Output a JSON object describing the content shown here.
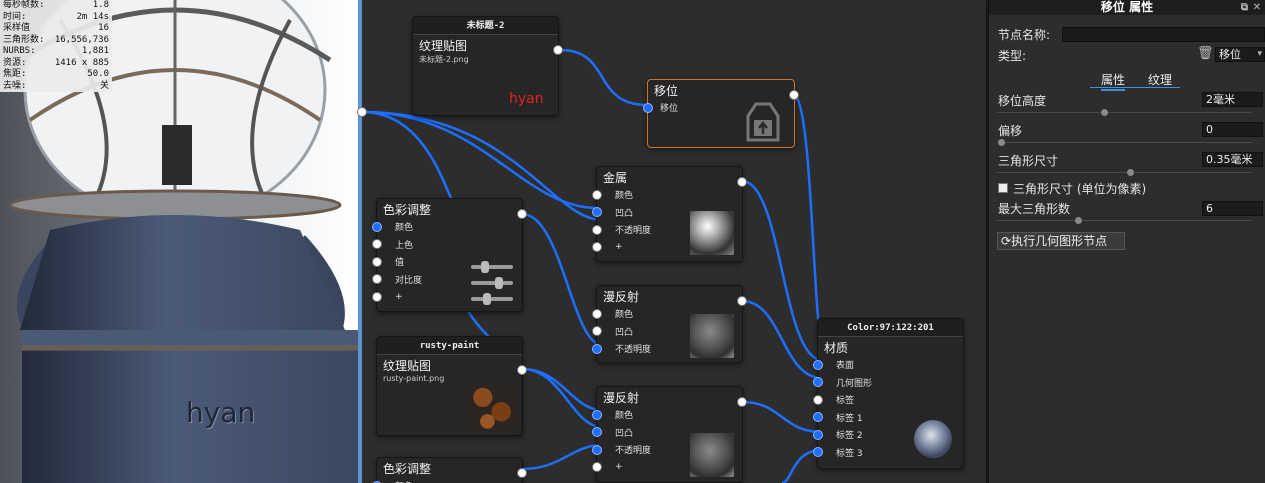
{
  "stats": [
    {
      "label": "每秒帧数:",
      "value": "1.8"
    },
    {
      "label": "时间:",
      "value": "2m 14s"
    },
    {
      "label": "采样值",
      "value": "16"
    },
    {
      "label": "三角形数:",
      "value": "16,556,736"
    },
    {
      "label": "NURBS:",
      "value": "1,881"
    },
    {
      "label": "资源:",
      "value": "1416 x 885"
    },
    {
      "label": "焦距:",
      "value": "50.0"
    },
    {
      "label": "去噪:",
      "value": "关"
    }
  ],
  "viewport": {
    "emboss_text": "hyan"
  },
  "nodes": {
    "texture1": {
      "header": "未标题-2",
      "title": "纹理贴图",
      "file": "未标题-2.png",
      "logo": "hyan"
    },
    "displacement": {
      "title": "移位",
      "ports": [
        "移位"
      ]
    },
    "metal": {
      "title": "金属",
      "ports": [
        "颜色",
        "凹凸",
        "不透明度",
        "+"
      ]
    },
    "color_adjust1": {
      "title": "色彩调整",
      "ports": [
        "颜色",
        "上色",
        "值",
        "对比度",
        "+"
      ]
    },
    "diffuse1": {
      "title": "漫反射",
      "ports": [
        "颜色",
        "凹凸",
        "不透明度"
      ]
    },
    "texture2": {
      "header": "rusty-paint",
      "title": "纹理贴图",
      "file": "rusty-paint.png"
    },
    "diffuse2": {
      "title": "漫反射",
      "ports": [
        "颜色",
        "凹凸",
        "不透明度",
        "+"
      ]
    },
    "material": {
      "header": "Color:97:122:201",
      "title": "材质",
      "ports": [
        "表面",
        "几何图形",
        "标签",
        "标签 1",
        "标签 2",
        "标签 3"
      ]
    },
    "color_adjust2": {
      "title": "色彩调整",
      "ports": [
        "颜色"
      ]
    }
  },
  "props": {
    "title": "移位 属性",
    "node_name_label": "节点名称:",
    "node_name_value": "",
    "type_label": "类型:",
    "type_value": "移位",
    "tabs": [
      "属性",
      "纹理"
    ],
    "active_tab": "属性",
    "disp_height_label": "移位高度",
    "disp_height_value": "2毫米",
    "disp_height_level": 0.38,
    "offset_label": "偏移",
    "offset_value": "0",
    "offset_level": 0.0,
    "tri_size_label": "三角形尺寸",
    "tri_size_value": "0.35毫米",
    "tri_size_level": 0.5,
    "tri_px_label": "三角形尺寸 (单位为像素)",
    "max_tri_label": "最大三角形数",
    "max_tri_value": "6",
    "max_tri_level": 0.28,
    "exec_button": "执行几何图形节点"
  },
  "colors": {
    "wire": "#1e6fff",
    "port_blue": "#1f6fff",
    "selected_border": "#c9782c",
    "accent_tab": "#3f8ee8",
    "logo_red": "#e0231c"
  }
}
